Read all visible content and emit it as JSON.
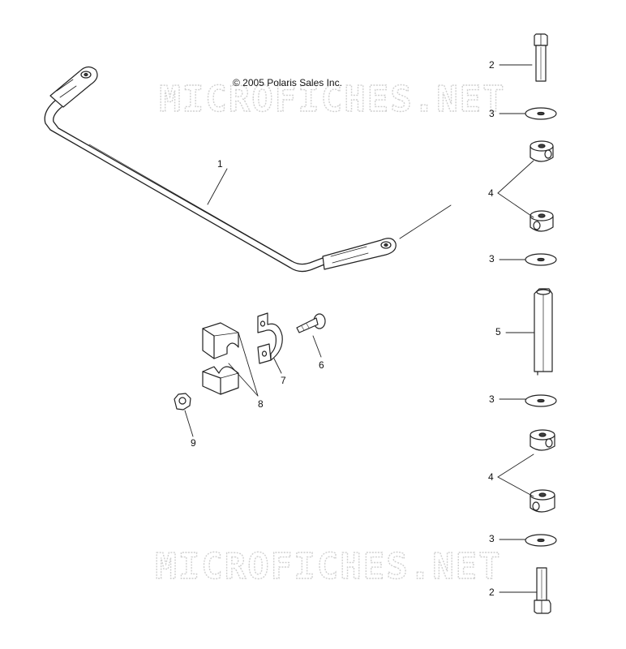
{
  "copyright": "© 2005 Polaris Sales Inc.",
  "watermarks": [
    "MICROFICHES.NET",
    "MICROFICHES.NET"
  ],
  "callouts": [
    "1",
    "2",
    "3",
    "4",
    "3",
    "5",
    "3",
    "4",
    "3",
    "2",
    "6",
    "7",
    "8",
    "9"
  ]
}
